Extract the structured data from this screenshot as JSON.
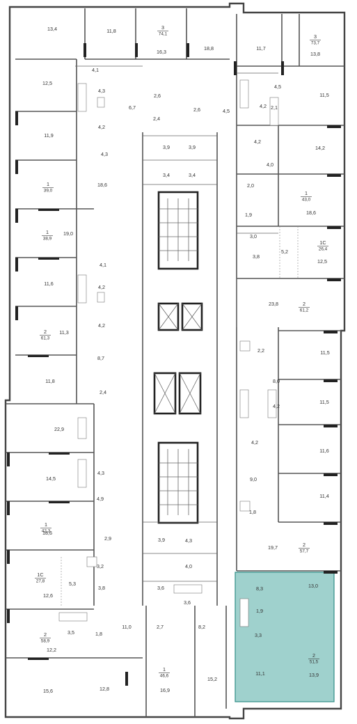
{
  "colors": {
    "highlight": "#9fd1cd",
    "highlight_stroke": "#2f8c86",
    "wall": "#555555",
    "core": "#222222"
  },
  "rooms": [
    {
      "id": "r1",
      "t": "13,4"
    },
    {
      "id": "r2",
      "t": "11,8"
    },
    {
      "id": "r3",
      "t": "16,3"
    },
    {
      "id": "r4",
      "t": "18,8"
    },
    {
      "id": "r5",
      "t": "11,7"
    },
    {
      "id": "r6",
      "t": "13,8"
    },
    {
      "id": "r7",
      "t": "4,1"
    },
    {
      "id": "r8",
      "t": "12,5"
    },
    {
      "id": "r9",
      "t": "4,3"
    },
    {
      "id": "r10",
      "t": "4,2"
    },
    {
      "id": "r11",
      "t": "6,7"
    },
    {
      "id": "r12",
      "t": "2,6"
    },
    {
      "id": "r13",
      "t": "2,6"
    },
    {
      "id": "r14",
      "t": "2,4"
    },
    {
      "id": "r15",
      "t": "4,5"
    },
    {
      "id": "r16",
      "t": "4,5"
    },
    {
      "id": "r17",
      "t": "4,2"
    },
    {
      "id": "r18",
      "t": "2,1"
    },
    {
      "id": "r19",
      "t": "11,5"
    },
    {
      "id": "r20",
      "t": "11,9"
    },
    {
      "id": "r21",
      "t": "4,3"
    },
    {
      "id": "r22",
      "t": "3,9"
    },
    {
      "id": "r23",
      "t": "3,9"
    },
    {
      "id": "r24",
      "t": "3,4"
    },
    {
      "id": "r25",
      "t": "3,4"
    },
    {
      "id": "r26",
      "t": "4,2"
    },
    {
      "id": "r27",
      "t": "14,2"
    },
    {
      "id": "r28",
      "t": "4,0"
    },
    {
      "id": "r29",
      "t": "18,6"
    },
    {
      "id": "r30",
      "t": "2,0"
    },
    {
      "id": "r31",
      "t": "18,6"
    },
    {
      "id": "r32",
      "t": "1,9"
    },
    {
      "id": "r33",
      "t": "19,0"
    },
    {
      "id": "r34",
      "t": "3,0"
    },
    {
      "id": "r35",
      "t": "3,8"
    },
    {
      "id": "r36",
      "t": "5,2"
    },
    {
      "id": "r37",
      "t": "12,5"
    },
    {
      "id": "r38",
      "t": "4,1"
    },
    {
      "id": "r39",
      "t": "11,6"
    },
    {
      "id": "r40",
      "t": "4,2"
    },
    {
      "id": "r41",
      "t": "23,8"
    },
    {
      "id": "r42",
      "t": "4,2"
    },
    {
      "id": "r43",
      "t": "11,3"
    },
    {
      "id": "r44",
      "t": "2,2"
    },
    {
      "id": "r45",
      "t": "11,5"
    },
    {
      "id": "r46",
      "t": "8,7"
    },
    {
      "id": "r47",
      "t": "8,0"
    },
    {
      "id": "r48",
      "t": "11,8"
    },
    {
      "id": "r49",
      "t": "2,4"
    },
    {
      "id": "r50",
      "t": "11,5"
    },
    {
      "id": "r51",
      "t": "4,2"
    },
    {
      "id": "r52",
      "t": "22,9"
    },
    {
      "id": "r53",
      "t": "4,2"
    },
    {
      "id": "r54",
      "t": "11,6"
    },
    {
      "id": "r55",
      "t": "4,3"
    },
    {
      "id": "r56",
      "t": "14,5"
    },
    {
      "id": "r57",
      "t": "9,0"
    },
    {
      "id": "r58",
      "t": "4,9"
    },
    {
      "id": "r59",
      "t": "11,4"
    },
    {
      "id": "r60",
      "t": "1,8"
    },
    {
      "id": "r61",
      "t": "18,6"
    },
    {
      "id": "r62",
      "t": "2,9"
    },
    {
      "id": "r63",
      "t": "3,9"
    },
    {
      "id": "r64",
      "t": "4,3"
    },
    {
      "id": "r65",
      "t": "19,7"
    },
    {
      "id": "r66",
      "t": "3,2"
    },
    {
      "id": "r67",
      "t": "4,0"
    },
    {
      "id": "r68",
      "t": "5,3"
    },
    {
      "id": "r69",
      "t": "3,8"
    },
    {
      "id": "r70",
      "t": "3,6"
    },
    {
      "id": "r71",
      "t": "8,3"
    },
    {
      "id": "r72",
      "t": "13,0"
    },
    {
      "id": "r73",
      "t": "12,6"
    },
    {
      "id": "r74",
      "t": "3,6"
    },
    {
      "id": "r75",
      "t": "1,9"
    },
    {
      "id": "r76",
      "t": "3,3"
    },
    {
      "id": "r77",
      "t": "11,0"
    },
    {
      "id": "r78",
      "t": "2,7"
    },
    {
      "id": "r79",
      "t": "8,2"
    },
    {
      "id": "r80",
      "t": "3,5"
    },
    {
      "id": "r81",
      "t": "1,8"
    },
    {
      "id": "r82",
      "t": "12,2"
    },
    {
      "id": "r83",
      "t": "11,1"
    },
    {
      "id": "r84",
      "t": "13,9"
    },
    {
      "id": "r85",
      "t": "15,6"
    },
    {
      "id": "r86",
      "t": "12,8"
    },
    {
      "id": "r87",
      "t": "16,9"
    },
    {
      "id": "r88",
      "t": "15,2"
    }
  ],
  "apartments": [
    {
      "id": "a1",
      "rooms": "3",
      "area": "74,1"
    },
    {
      "id": "a2",
      "rooms": "3",
      "area": "73,7"
    },
    {
      "id": "a3",
      "rooms": "1",
      "area": "39,0"
    },
    {
      "id": "a4",
      "rooms": "1",
      "area": "43,0"
    },
    {
      "id": "a5",
      "rooms": "1",
      "area": "38,9"
    },
    {
      "id": "a6",
      "rooms": "1С",
      "area": "26,4"
    },
    {
      "id": "a7",
      "rooms": "2",
      "area": "61,2"
    },
    {
      "id": "a8",
      "rooms": "2",
      "area": "61,3"
    },
    {
      "id": "a9",
      "rooms": "1",
      "area": "42,3"
    },
    {
      "id": "a10",
      "rooms": "2",
      "area": "57,7"
    },
    {
      "id": "a11",
      "rooms": "1С",
      "area": "27,8"
    },
    {
      "id": "a12",
      "rooms": "2",
      "area": "58,9"
    },
    {
      "id": "a13",
      "rooms": "2",
      "area": "51,5"
    },
    {
      "id": "a14",
      "rooms": "1",
      "area": "46,6"
    }
  ]
}
